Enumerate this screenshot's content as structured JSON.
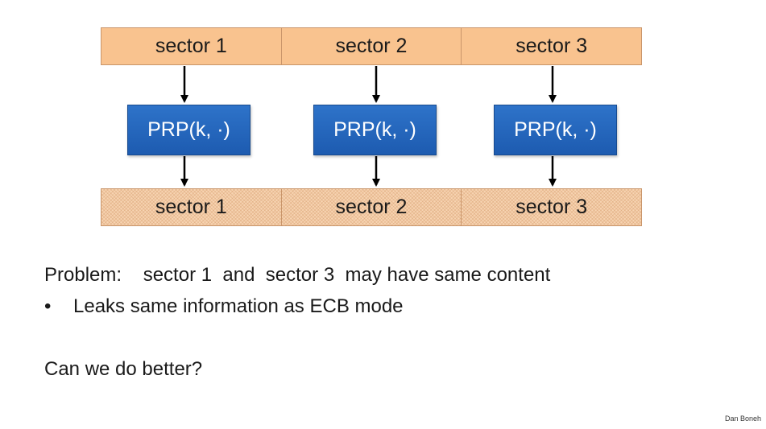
{
  "diagram": {
    "top_row": [
      {
        "label": "sector 1"
      },
      {
        "label": "sector 2"
      },
      {
        "label": "sector 3"
      }
    ],
    "prp_boxes": [
      {
        "label": "PRP(k, ·)"
      },
      {
        "label": "PRP(k, ·)"
      },
      {
        "label": "PRP(k, ·)"
      }
    ],
    "bottom_row": [
      {
        "label": "sector 1"
      },
      {
        "label": "sector 2"
      },
      {
        "label": "sector 3"
      }
    ],
    "colors": {
      "plain_sector": "#f9c38f",
      "encrypted_sector": "#f7d4b2",
      "prp_box": "#1d5bb0",
      "arrow": "#000000"
    }
  },
  "text": {
    "problem": "Problem:    sector 1  and  sector 3  may have same content",
    "bullet_symbol": "•",
    "bullet": "Leaks same information as ECB mode",
    "question": "Can we do better?"
  },
  "footer": {
    "author": "Dan Boneh"
  }
}
